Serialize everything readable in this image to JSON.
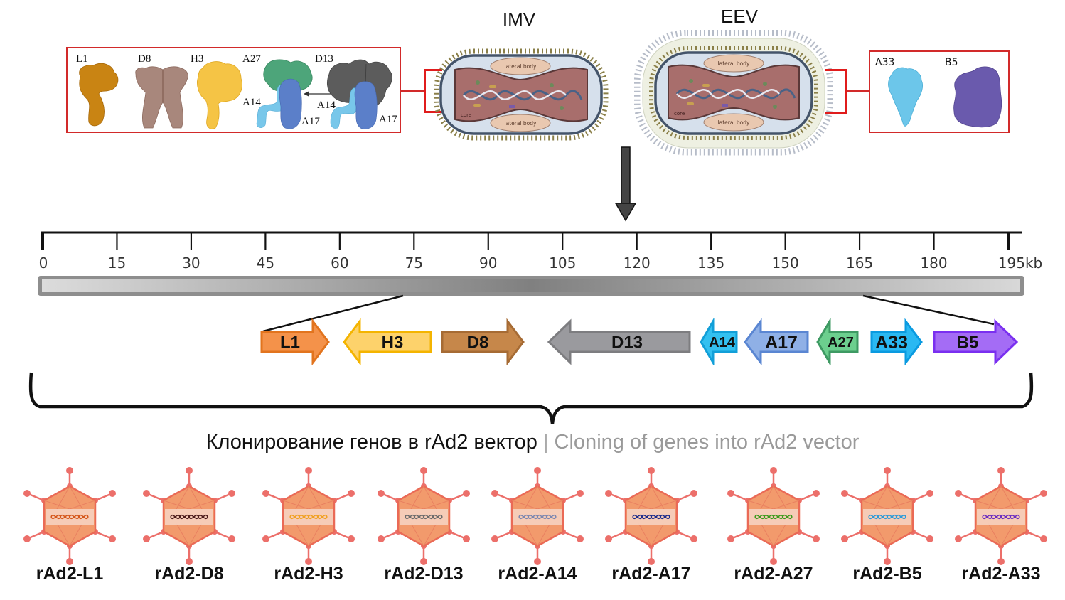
{
  "virions": {
    "imv": {
      "label": "IMV",
      "lateral_body_top": "lateral body",
      "lateral_body_bottom": "lateral body",
      "core": "core"
    },
    "eev": {
      "label": "EEV",
      "lateral_body_top": "lateral body",
      "lateral_body_bottom": "lateral body",
      "core": "core"
    }
  },
  "imv_proteins": {
    "labels": {
      "l1": "L1",
      "d8": "D8",
      "h3": "H3",
      "a27": "A27",
      "d13": "D13",
      "a14_left": "A14",
      "a17_left": "A17",
      "a14_right": "A14",
      "a17_right": "A17"
    },
    "colors": {
      "l1": "#c98413",
      "d8": "#a8877c",
      "h3": "#f5c445",
      "a27": "#4da57a",
      "a17": "#5b7fc9",
      "a14": "#78c7ea",
      "d13": "#5c5c5c"
    }
  },
  "eev_proteins": {
    "labels": {
      "a33": "A33",
      "b5": "B5"
    },
    "colors": {
      "a33": "#6cc6ea",
      "b5": "#6a5aad"
    }
  },
  "genome_scale": {
    "unit": "kb",
    "min": 0,
    "max": 195,
    "ticks": [
      {
        "value": 0,
        "label": "0"
      },
      {
        "value": 15,
        "label": "15"
      },
      {
        "value": 30,
        "label": "30"
      },
      {
        "value": 45,
        "label": "45"
      },
      {
        "value": 60,
        "label": "60"
      },
      {
        "value": 75,
        "label": "75"
      },
      {
        "value": 90,
        "label": "90"
      },
      {
        "value": 105,
        "label": "105"
      },
      {
        "value": 120,
        "label": "120"
      },
      {
        "value": 135,
        "label": "135"
      },
      {
        "value": 150,
        "label": "150"
      },
      {
        "value": 165,
        "label": "165"
      },
      {
        "value": 180,
        "label": "180"
      },
      {
        "value": 195,
        "label": "195kb"
      }
    ],
    "zoom_region_kb": [
      73,
      168
    ]
  },
  "genes": [
    {
      "name": "L1",
      "direction": "right",
      "fill": "#f4924a",
      "stroke": "#e2741e"
    },
    {
      "name": "H3",
      "direction": "left",
      "fill": "#fdd26b",
      "stroke": "#f4b400"
    },
    {
      "name": "D8",
      "direction": "right",
      "fill": "#c6874a",
      "stroke": "#a66b34"
    },
    {
      "name": "D13",
      "direction": "left",
      "fill": "#9a9a9e",
      "stroke": "#7d7d80"
    },
    {
      "name": "A14",
      "direction": "left",
      "fill": "#33c0f0",
      "stroke": "#129fd8"
    },
    {
      "name": "A17",
      "direction": "left",
      "fill": "#8fb0e6",
      "stroke": "#5a86d2"
    },
    {
      "name": "A27",
      "direction": "left",
      "fill": "#6ccf8e",
      "stroke": "#3e9a63"
    },
    {
      "name": "A33",
      "direction": "right",
      "fill": "#2ab8f2",
      "stroke": "#0a9ae0"
    },
    {
      "name": "B5",
      "direction": "right",
      "fill": "#a46cf5",
      "stroke": "#7a2ff0"
    }
  ],
  "caption": {
    "russian": "Клонирование генов в rAd2 вектор",
    "separator": "|",
    "english": "Cloning of genes into rAd2 vector"
  },
  "vectors": [
    {
      "label": "rAd2-L1",
      "dna_color": "#d4561a"
    },
    {
      "label": "rAd2-D8",
      "dna_color": "#4a1a1a"
    },
    {
      "label": "rAd2-H3",
      "dna_color": "#f0a020"
    },
    {
      "label": "rAd2-D13",
      "dna_color": "#6a6a6a"
    },
    {
      "label": "rAd2-A14",
      "dna_color": "#7a86b0"
    },
    {
      "label": "rAd2-A17",
      "dna_color": "#1a2a8a"
    },
    {
      "label": "rAd2-A27",
      "dna_color": "#3a9a1a"
    },
    {
      "label": "rAd2-B5",
      "dna_color": "#2a9ad8"
    },
    {
      "label": "rAd2-A33",
      "dna_color": "#6a2ac0"
    }
  ]
}
